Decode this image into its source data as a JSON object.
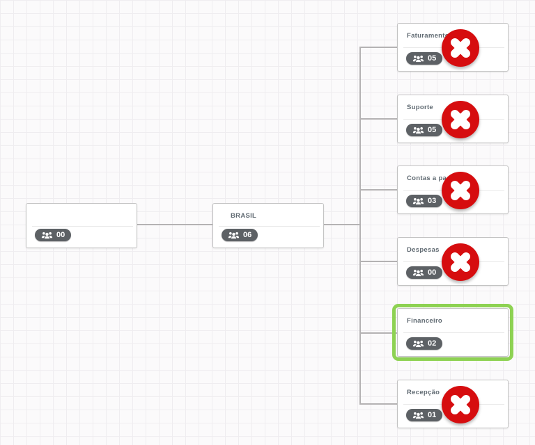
{
  "app": {
    "view": "organization-chart-canvas"
  },
  "colors": {
    "canvas_bg": "#fbfafb",
    "grid_line": "#efedf0",
    "connector": "#b4b2b3",
    "node_border": "#c3c3c3",
    "title_text": "#606a72",
    "badge_bg": "#5d6165",
    "delete_red": "#d60d0f",
    "selection_green": "#8ed253"
  },
  "icons": {
    "members": "users-icon",
    "delete": "x-cross-icon"
  },
  "nodes": [
    {
      "id": "root",
      "title": "",
      "member_count": "00",
      "removable": false,
      "selected": false
    },
    {
      "id": "brasil",
      "title": "BRASIL",
      "member_count": "06",
      "removable": false,
      "selected": false
    },
    {
      "id": "faturamento",
      "title": "Faturamento",
      "member_count": "05",
      "removable": true,
      "selected": false
    },
    {
      "id": "suporte",
      "title": "Suporte",
      "member_count": "05",
      "removable": true,
      "selected": false
    },
    {
      "id": "contas-a-pagar",
      "title": "Contas a pagar",
      "member_count": "03",
      "removable": true,
      "selected": false
    },
    {
      "id": "despesas",
      "title": "Despesas",
      "member_count": "00",
      "removable": true,
      "selected": false
    },
    {
      "id": "financeiro",
      "title": "Financeiro",
      "member_count": "02",
      "removable": false,
      "selected": true
    },
    {
      "id": "recepcao",
      "title": "Recepção",
      "member_count": "01",
      "removable": true,
      "selected": false
    }
  ]
}
